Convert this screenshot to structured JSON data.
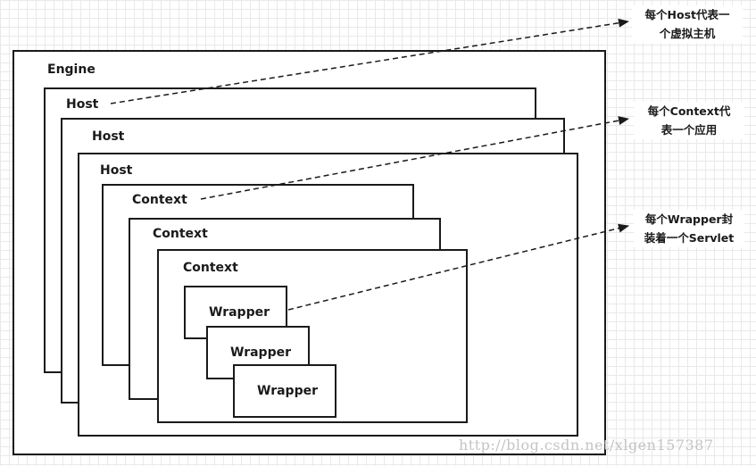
{
  "diagram": {
    "engine": {
      "label": "Engine"
    },
    "hosts": [
      {
        "label": "Host"
      },
      {
        "label": "Host"
      },
      {
        "label": "Host"
      }
    ],
    "contexts": [
      {
        "label": "Context"
      },
      {
        "label": "Context"
      },
      {
        "label": "Context"
      }
    ],
    "wrappers": [
      {
        "label": "Wrapper"
      },
      {
        "label": "Wrapper"
      },
      {
        "label": "Wrapper"
      }
    ],
    "annotations": {
      "host": [
        "每个Host代表一",
        "个虚拟主机"
      ],
      "context": [
        "每个Context代",
        "表一个应用"
      ],
      "wrapper": [
        "每个Wrapper封",
        "装着一个Servlet"
      ]
    }
  },
  "watermark": "http://blog.csdn.net/xlgen157387"
}
